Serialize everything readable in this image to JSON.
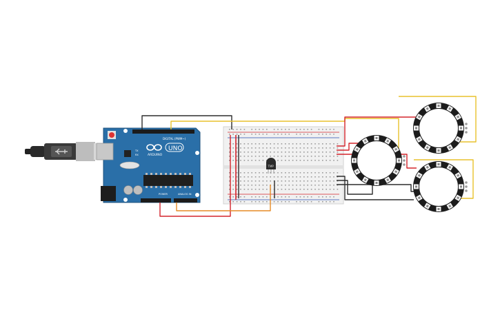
{
  "board": {
    "logo_text": "UNO",
    "brand_text": "ARDUINO",
    "digital_label": "DIGITAL (PWM~)",
    "power_label": "POWER",
    "analog_label": "ANALOG IN",
    "tx_label": "TX",
    "rx_label": "RX"
  },
  "sensor": {
    "label": "TMP"
  },
  "colors": {
    "board": "#2a6fa8",
    "board_dark": "#1e527d",
    "breadboard": "#f1f1f1",
    "wire_black": "#2b2b2b",
    "wire_red": "#d3232a",
    "wire_yellow": "#e8c12b",
    "wire_orange": "#e58a25",
    "ring_body": "#1c1c1c",
    "led_white": "#f4f4f4"
  },
  "icons": {
    "usb_cable": "usb-plug-icon",
    "ring": "neopixel-ring-icon"
  }
}
